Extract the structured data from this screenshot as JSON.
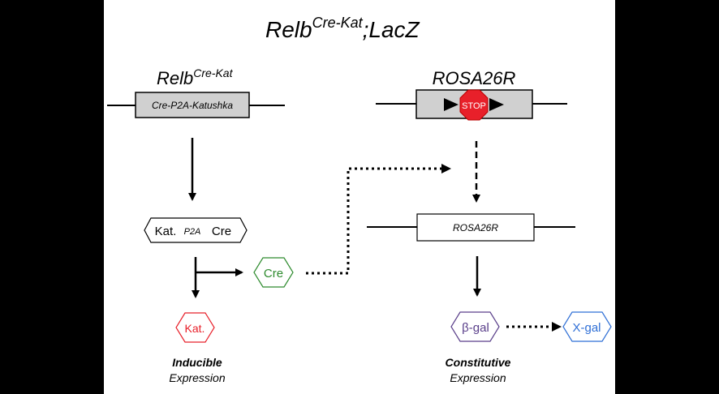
{
  "title": {
    "main": "Relb",
    "sup": "Cre-Kat",
    "suffix": ";LacZ"
  },
  "left": {
    "gene": {
      "main": "Relb",
      "sup": "Cre-Kat"
    },
    "construct_label": "Cre-P2A-Katushka",
    "fusion": {
      "left": "Kat.",
      "mid": "P2A",
      "right": "Cre"
    },
    "cre_label": "Cre",
    "kat_label": "Kat.",
    "caption_bold": "Inducible",
    "caption_sub": "Expression"
  },
  "right": {
    "gene": "ROSA26R",
    "stop_label": "STOP",
    "recombined_label": "ROSA26R",
    "bgal_label": "β-gal",
    "xgal_label": "X-gal",
    "caption_bold": "Constitutive",
    "caption_sub": "Expression"
  },
  "colors": {
    "cre": "#2e8b2e",
    "kat": "#e8202a",
    "bgal": "#5a3f8a",
    "xgal": "#2f6fd6",
    "stop": "#e8202a",
    "gray_box": "#d0d0d0"
  }
}
